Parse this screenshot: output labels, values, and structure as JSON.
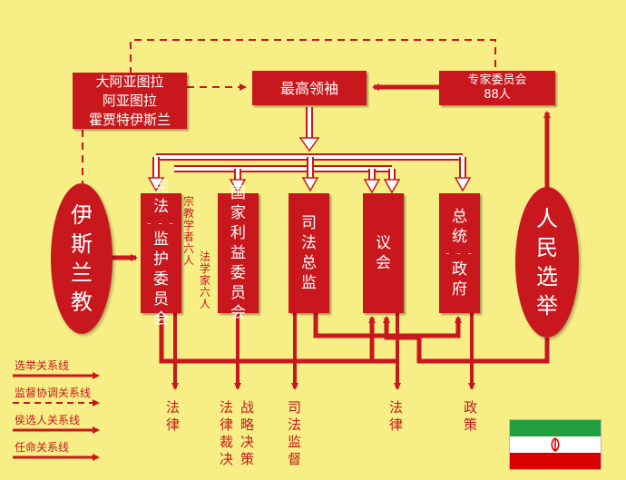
{
  "diagram": {
    "islamic_authority": {
      "line1": "大阿亚图拉",
      "line2": "阿亚图拉",
      "line3": "霍贾特伊斯兰"
    },
    "supreme_leader": "最高领袖",
    "experts": {
      "line1": "专家委员会",
      "line2": "88人"
    },
    "islam": "伊斯兰教",
    "people": "人民选举",
    "guardian": {
      "top": "宪法",
      "separator": "- - -",
      "bottom": "监护委员会",
      "side_left": "宗教学者六人",
      "side_right": "法学家六人"
    },
    "expediency": "国家利益委员会",
    "judiciary": "司法总监",
    "parliament": "议会",
    "president": {
      "top": "总统",
      "separator": "- - -",
      "bottom": "政府"
    },
    "outputs": {
      "law1": "法律",
      "law_ruling": "法律裁决",
      "strategy": "战略决策",
      "judicial_supervision": "司法监督",
      "law2": "法律",
      "policy": "政策"
    }
  },
  "legend": [
    {
      "label": "选举关系线",
      "style": "solid-arrow"
    },
    {
      "label": "监督协调关系线",
      "style": "dashed-arrow"
    },
    {
      "label": "侯选人关系线",
      "style": "solid-arrow"
    },
    {
      "label": "任命关系线",
      "style": "solid-arrow"
    }
  ],
  "flag": {
    "green": "#239f40",
    "white": "#ffffff",
    "red": "#da0000",
    "emblem_color": "#da0000"
  },
  "colors": {
    "background": "#f7ee86",
    "box": "#c8181d",
    "label": "#c8181d",
    "line": "#c8181d"
  }
}
